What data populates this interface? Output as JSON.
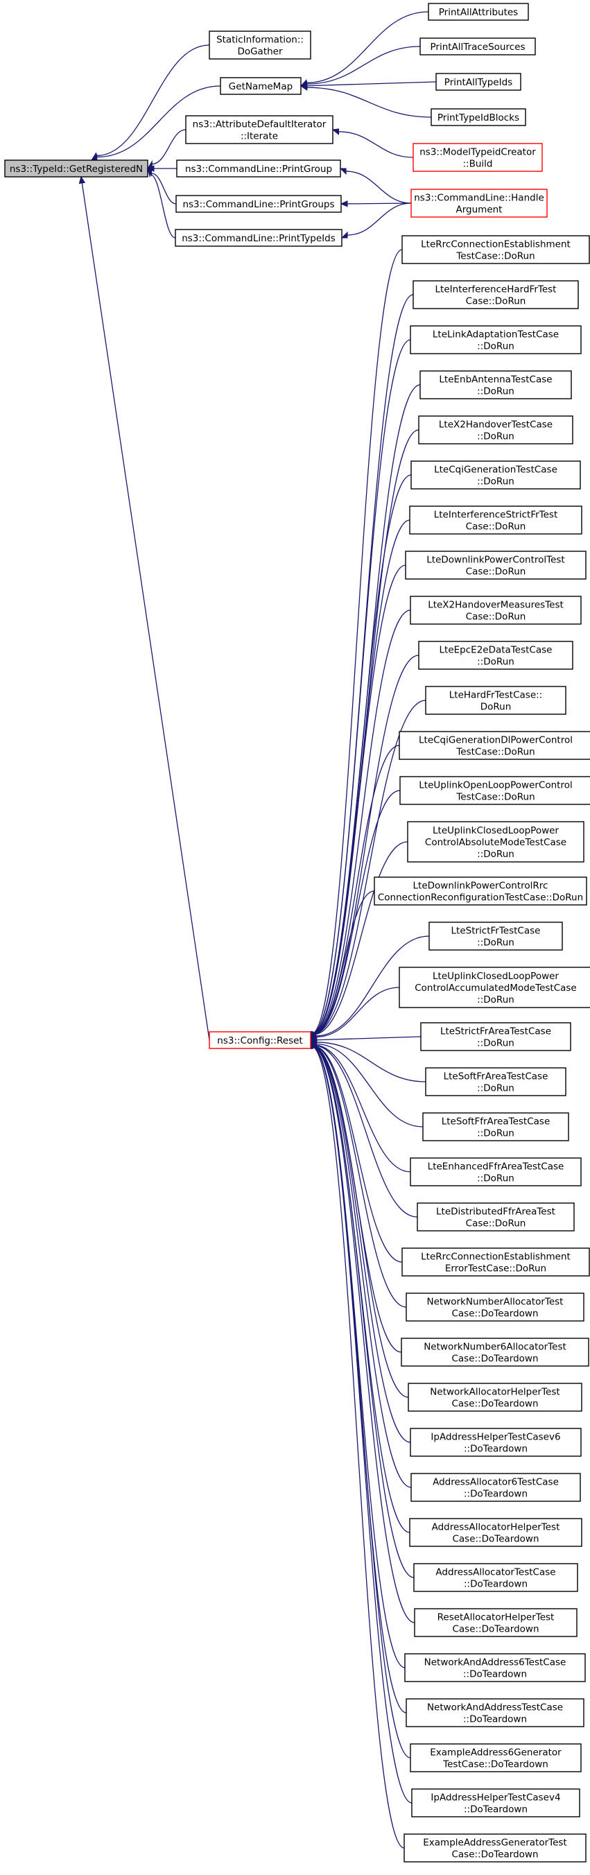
{
  "colors": {
    "edge": "#191970",
    "border_default": "#000000",
    "border_link": "#ff0000",
    "fill_default": "#ffffff",
    "fill_root": "#bfbfbf"
  },
  "nodes": [
    {
      "id": "root",
      "lines": [
        "ns3::TypeId::GetRegisteredN"
      ],
      "style": "root"
    },
    {
      "id": "static_info",
      "lines": [
        "StaticInformation::",
        "DoGather"
      ],
      "style": "normal"
    },
    {
      "id": "getnamemap",
      "lines": [
        "GetNameMap"
      ],
      "style": "normal"
    },
    {
      "id": "printallattributes",
      "lines": [
        "PrintAllAttributes"
      ],
      "style": "normal"
    },
    {
      "id": "printalltracesources",
      "lines": [
        "PrintAllTraceSources"
      ],
      "style": "normal"
    },
    {
      "id": "printalltypeids",
      "lines": [
        "PrintAllTypeIds"
      ],
      "style": "normal"
    },
    {
      "id": "printtypeidblocks",
      "lines": [
        "PrintTypeIdBlocks"
      ],
      "style": "normal"
    },
    {
      "id": "attrdefiter",
      "lines": [
        "ns3::AttributeDefaultIterator",
        "::Iterate"
      ],
      "style": "normal"
    },
    {
      "id": "modeltypeid",
      "lines": [
        "ns3::ModelTypeidCreator",
        "::Build"
      ],
      "style": "link"
    },
    {
      "id": "printgroup",
      "lines": [
        "ns3::CommandLine::PrintGroup"
      ],
      "style": "normal"
    },
    {
      "id": "handlearg",
      "lines": [
        "ns3::CommandLine::Handle",
        "Argument"
      ],
      "style": "link"
    },
    {
      "id": "printgroups",
      "lines": [
        "ns3::CommandLine::PrintGroups"
      ],
      "style": "normal"
    },
    {
      "id": "printtypeids",
      "lines": [
        "ns3::CommandLine::PrintTypeIds"
      ],
      "style": "normal"
    },
    {
      "id": "configreset",
      "lines": [
        "ns3::Config::Reset"
      ],
      "style": "link"
    },
    {
      "id": "t01",
      "lines": [
        "LteRrcConnectionEstablishment",
        "TestCase::DoRun"
      ],
      "style": "normal"
    },
    {
      "id": "t02",
      "lines": [
        "LteInterferenceHardFrTest",
        "Case::DoRun"
      ],
      "style": "normal"
    },
    {
      "id": "t03",
      "lines": [
        "LteLinkAdaptationTestCase",
        "::DoRun"
      ],
      "style": "normal"
    },
    {
      "id": "t04",
      "lines": [
        "LteEnbAntennaTestCase",
        "::DoRun"
      ],
      "style": "normal"
    },
    {
      "id": "t05",
      "lines": [
        "LteX2HandoverTestCase",
        "::DoRun"
      ],
      "style": "normal"
    },
    {
      "id": "t06",
      "lines": [
        "LteCqiGenerationTestCase",
        "::DoRun"
      ],
      "style": "normal"
    },
    {
      "id": "t07",
      "lines": [
        "LteInterferenceStrictFrTest",
        "Case::DoRun"
      ],
      "style": "normal"
    },
    {
      "id": "t08",
      "lines": [
        "LteDownlinkPowerControlTest",
        "Case::DoRun"
      ],
      "style": "normal"
    },
    {
      "id": "t09",
      "lines": [
        "LteX2HandoverMeasuresTest",
        "Case::DoRun"
      ],
      "style": "normal"
    },
    {
      "id": "t10",
      "lines": [
        "LteEpcE2eDataTestCase",
        "::DoRun"
      ],
      "style": "normal"
    },
    {
      "id": "t11",
      "lines": [
        "LteHardFrTestCase::",
        "DoRun"
      ],
      "style": "normal"
    },
    {
      "id": "t12",
      "lines": [
        "LteCqiGenerationDlPowerControl",
        "TestCase::DoRun"
      ],
      "style": "normal"
    },
    {
      "id": "t13",
      "lines": [
        "LteUplinkOpenLoopPowerControl",
        "TestCase::DoRun"
      ],
      "style": "normal"
    },
    {
      "id": "t14",
      "lines": [
        "LteUplinkClosedLoopPower",
        "ControlAbsoluteModeTestCase",
        "::DoRun"
      ],
      "style": "normal"
    },
    {
      "id": "t15",
      "lines": [
        "LteDownlinkPowerControlRrc",
        "ConnectionReconfigurationTestCase::DoRun"
      ],
      "style": "normal"
    },
    {
      "id": "t16",
      "lines": [
        "LteStrictFrTestCase",
        "::DoRun"
      ],
      "style": "normal"
    },
    {
      "id": "t17",
      "lines": [
        "LteUplinkClosedLoopPower",
        "ControlAccumulatedModeTestCase",
        "::DoRun"
      ],
      "style": "normal"
    },
    {
      "id": "t18",
      "lines": [
        "LteStrictFrAreaTestCase",
        "::DoRun"
      ],
      "style": "normal"
    },
    {
      "id": "t19",
      "lines": [
        "LteSoftFrAreaTestCase",
        "::DoRun"
      ],
      "style": "normal"
    },
    {
      "id": "t20",
      "lines": [
        "LteSoftFfrAreaTestCase",
        "::DoRun"
      ],
      "style": "normal"
    },
    {
      "id": "t21",
      "lines": [
        "LteEnhancedFfrAreaTestCase",
        "::DoRun"
      ],
      "style": "normal"
    },
    {
      "id": "t22",
      "lines": [
        "LteDistributedFfrAreaTest",
        "Case::DoRun"
      ],
      "style": "normal"
    },
    {
      "id": "t23",
      "lines": [
        "LteRrcConnectionEstablishment",
        "ErrorTestCase::DoRun"
      ],
      "style": "normal"
    },
    {
      "id": "t24",
      "lines": [
        "NetworkNumberAllocatorTest",
        "Case::DoTeardown"
      ],
      "style": "normal"
    },
    {
      "id": "t25",
      "lines": [
        "NetworkNumber6AllocatorTest",
        "Case::DoTeardown"
      ],
      "style": "normal"
    },
    {
      "id": "t26",
      "lines": [
        "NetworkAllocatorHelperTest",
        "Case::DoTeardown"
      ],
      "style": "normal"
    },
    {
      "id": "t27",
      "lines": [
        "IpAddressHelperTestCasev6",
        "::DoTeardown"
      ],
      "style": "normal"
    },
    {
      "id": "t28",
      "lines": [
        "AddressAllocator6TestCase",
        "::DoTeardown"
      ],
      "style": "normal"
    },
    {
      "id": "t29",
      "lines": [
        "AddressAllocatorHelperTest",
        "Case::DoTeardown"
      ],
      "style": "normal"
    },
    {
      "id": "t30",
      "lines": [
        "AddressAllocatorTestCase",
        "::DoTeardown"
      ],
      "style": "normal"
    },
    {
      "id": "t31",
      "lines": [
        "ResetAllocatorHelperTest",
        "Case::DoTeardown"
      ],
      "style": "normal"
    },
    {
      "id": "t32",
      "lines": [
        "NetworkAndAddress6TestCase",
        "::DoTeardown"
      ],
      "style": "normal"
    },
    {
      "id": "t33",
      "lines": [
        "NetworkAndAddressTestCase",
        "::DoTeardown"
      ],
      "style": "normal"
    },
    {
      "id": "t34",
      "lines": [
        "ExampleAddress6Generator",
        "TestCase::DoTeardown"
      ],
      "style": "normal"
    },
    {
      "id": "t35",
      "lines": [
        "IpAddressHelperTestCasev4",
        "::DoTeardown"
      ],
      "style": "normal"
    },
    {
      "id": "t36",
      "lines": [
        "ExampleAddressGeneratorTest",
        "Case::DoTeardown"
      ],
      "style": "normal"
    }
  ],
  "edges": [
    [
      "static_info",
      "root"
    ],
    [
      "getnamemap",
      "root"
    ],
    [
      "attrdefiter",
      "root"
    ],
    [
      "printgroup",
      "root"
    ],
    [
      "printgroups",
      "root"
    ],
    [
      "printtypeids",
      "root"
    ],
    [
      "configreset",
      "root"
    ],
    [
      "printallattributes",
      "getnamemap"
    ],
    [
      "printalltracesources",
      "getnamemap"
    ],
    [
      "printalltypeids",
      "getnamemap"
    ],
    [
      "printtypeidblocks",
      "getnamemap"
    ],
    [
      "modeltypeid",
      "attrdefiter"
    ],
    [
      "handlearg",
      "printgroup"
    ],
    [
      "handlearg",
      "printgroups"
    ],
    [
      "handlearg",
      "printtypeids"
    ],
    [
      "t01",
      "configreset"
    ],
    [
      "t02",
      "configreset"
    ],
    [
      "t03",
      "configreset"
    ],
    [
      "t04",
      "configreset"
    ],
    [
      "t05",
      "configreset"
    ],
    [
      "t06",
      "configreset"
    ],
    [
      "t07",
      "configreset"
    ],
    [
      "t08",
      "configreset"
    ],
    [
      "t09",
      "configreset"
    ],
    [
      "t10",
      "configreset"
    ],
    [
      "t11",
      "configreset"
    ],
    [
      "t12",
      "configreset"
    ],
    [
      "t13",
      "configreset"
    ],
    [
      "t14",
      "configreset"
    ],
    [
      "t15",
      "configreset"
    ],
    [
      "t16",
      "configreset"
    ],
    [
      "t17",
      "configreset"
    ],
    [
      "t18",
      "configreset"
    ],
    [
      "t19",
      "configreset"
    ],
    [
      "t20",
      "configreset"
    ],
    [
      "t21",
      "configreset"
    ],
    [
      "t22",
      "configreset"
    ],
    [
      "t23",
      "configreset"
    ],
    [
      "t24",
      "configreset"
    ],
    [
      "t25",
      "configreset"
    ],
    [
      "t26",
      "configreset"
    ],
    [
      "t27",
      "configreset"
    ],
    [
      "t28",
      "configreset"
    ],
    [
      "t29",
      "configreset"
    ],
    [
      "t30",
      "configreset"
    ],
    [
      "t31",
      "configreset"
    ],
    [
      "t32",
      "configreset"
    ],
    [
      "t33",
      "configreset"
    ],
    [
      "t34",
      "configreset"
    ],
    [
      "t35",
      "configreset"
    ],
    [
      "t36",
      "configreset"
    ]
  ]
}
